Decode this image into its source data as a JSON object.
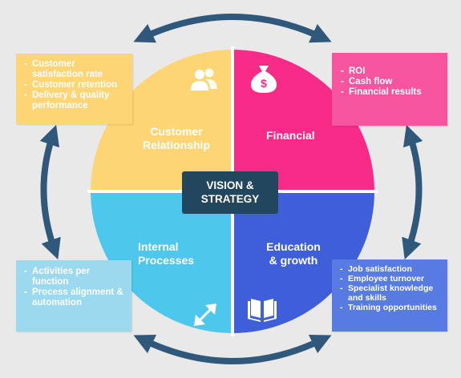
{
  "center": {
    "line1": "VISION &",
    "line2": "STRATEGY"
  },
  "quadrants": {
    "customer": {
      "line1": "Customer",
      "line2": "Relationship",
      "icon": "users-icon",
      "color": "#fdd575"
    },
    "financial": {
      "line1": "Financial",
      "icon": "money-bag-icon",
      "color": "#f72a87"
    },
    "internal": {
      "line1": "Internal",
      "line2": "Processes",
      "icon": "expand-arrows-icon",
      "color": "#4dc8ec"
    },
    "education": {
      "line1": "Education",
      "line2": "& growth",
      "icon": "book-icon",
      "color": "#3e5fd9"
    }
  },
  "cards": {
    "customer": [
      "Customer satisfaction rate",
      "Customer retention",
      "Delivery & quality performance"
    ],
    "financial": [
      "ROI",
      "Cash flow",
      "Financial results"
    ],
    "internal": [
      "Activities per function",
      "Process alignment & automation"
    ],
    "education": [
      "Job satisfaction",
      "Employee turnover",
      "Specialist knowledge and skills",
      "Training opportunities"
    ]
  },
  "colors": {
    "arrow": "#2f587a",
    "center_box": "#23465f",
    "background": "#e9e9e9"
  }
}
